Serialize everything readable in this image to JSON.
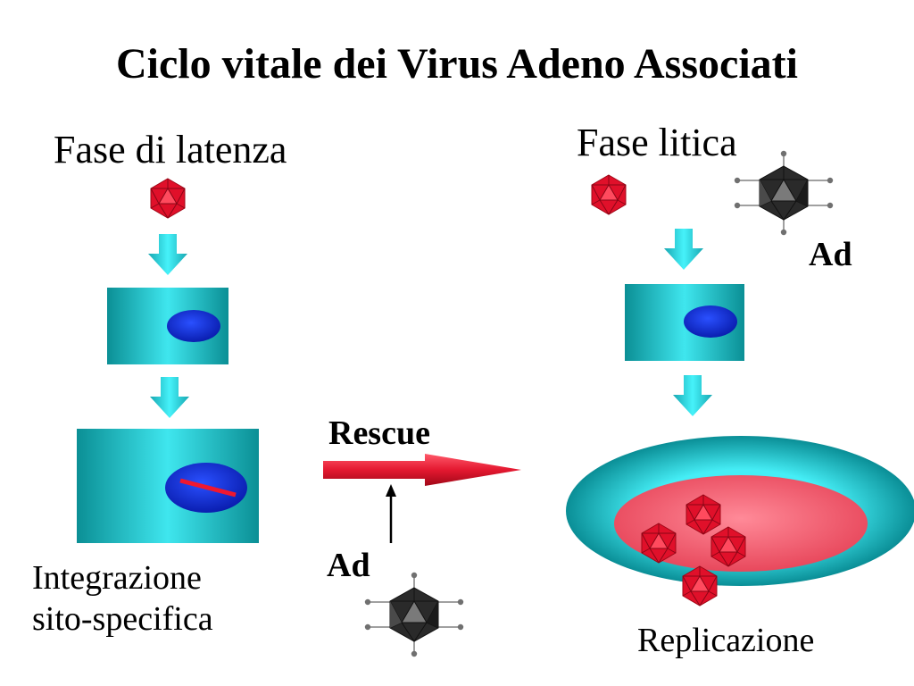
{
  "slide": {
    "title": "Ciclo vitale dei Virus Adeno Associati",
    "latency_phase": "Fase di latenza",
    "lytic_phase": "Fase litica",
    "integration_line1": "Integrazione",
    "integration_line2": "sito-specifica",
    "replication": "Replicazione",
    "rescue": "Rescue",
    "ad_label_lower": "Ad",
    "ad_label_upper": "Ad"
  },
  "colors": {
    "aav_virion": "#e0102a",
    "adenovirus": "#3a3a3a",
    "cell": "#1fc6cc",
    "nucleus": "#1430d8",
    "integrated_dna": "#f01830",
    "arrow_down": "#22dde8",
    "rescue_arrow": "#e41830",
    "replication_nucleus": "#f06a7a"
  },
  "icons": [
    "aav-virion-icon",
    "adenovirus-icon",
    "down-arrow-icon",
    "rescue-arrow-icon"
  ]
}
